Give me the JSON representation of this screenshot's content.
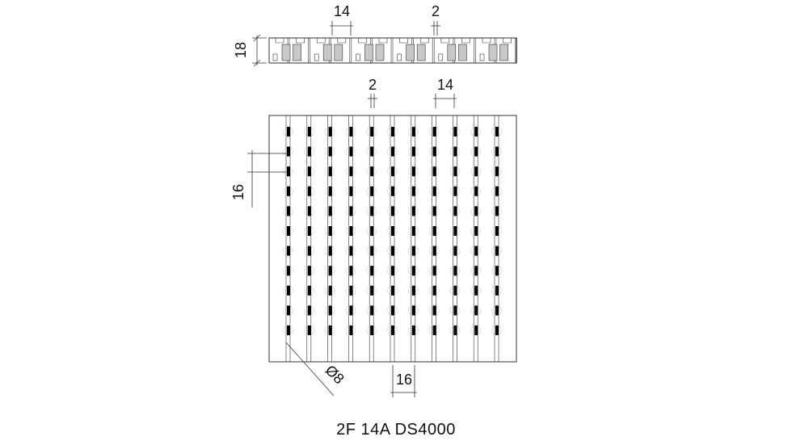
{
  "drawing": {
    "caption": "2F 14A DS4000",
    "top_view": {
      "height_label": "18",
      "pitch_label": "14",
      "gap_label": "2"
    },
    "plan_view": {
      "gap_label": "2",
      "pitch_label": "14",
      "row_spacing_label": "16",
      "col_spacing_label": "16",
      "hole_label": "Ø8"
    },
    "colors": {
      "line": "#333333",
      "fill": "#000000"
    }
  }
}
